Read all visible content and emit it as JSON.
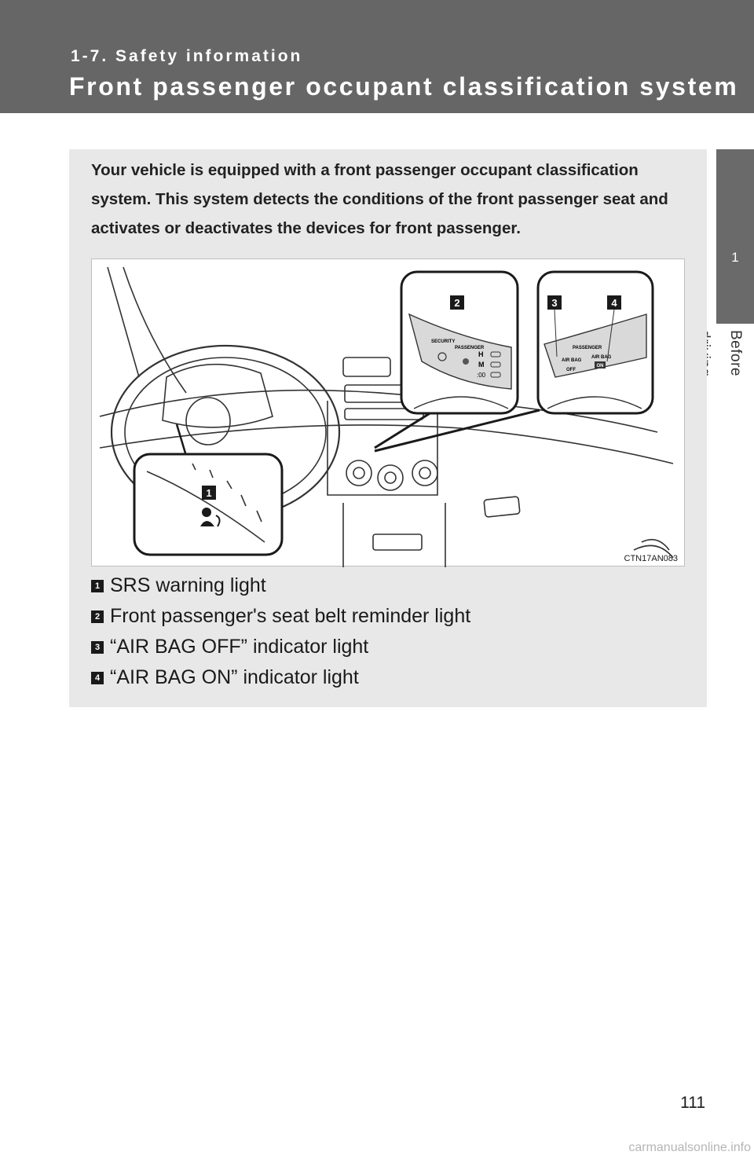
{
  "header": {
    "section": "1-7. Safety information",
    "title": "Front passenger occupant classification system"
  },
  "side_tab": {
    "chapter_number": "1",
    "chapter_label": "Before driving"
  },
  "intro_text": "Your vehicle is equipped with a front passenger occupant classification system. This system detects the conditions of the front passenger seat and activates or deactivates the devices for front passenger.",
  "figure": {
    "image_code": "CTN17AN083",
    "callout_1": "1",
    "callout_2": "2",
    "callout_3": "3",
    "callout_4": "4",
    "panel_security": "SECURITY",
    "panel_passenger": "PASSENGER",
    "panel_h": "H",
    "panel_m": "M",
    "panel_digits": ":00",
    "panel2_passenger": "PASSENGER",
    "panel2_airbag_off_1": "AIR BAG",
    "panel2_airbag_off_2": "OFF",
    "panel2_airbag_on_1": "AIR BAG",
    "panel2_airbag_on_2": "ON"
  },
  "legend": [
    {
      "num": "1",
      "text": "SRS warning light"
    },
    {
      "num": "2",
      "text": "Front passenger's seat belt reminder light"
    },
    {
      "num": "3",
      "text": "“AIR BAG OFF” indicator light"
    },
    {
      "num": "4",
      "text": "“AIR BAG ON” indicator light"
    }
  ],
  "page_number": "111",
  "watermark": "carmanualsonline.info"
}
